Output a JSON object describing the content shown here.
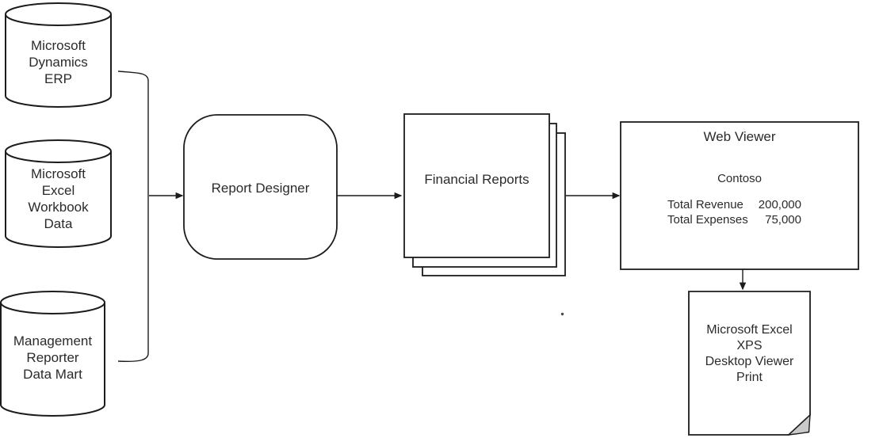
{
  "colors": {
    "stroke": "#1c1c1c",
    "text": "#2b2b2b",
    "fill": "#ffffff",
    "fold": "#c9c9c9",
    "bg": "#ffffff"
  },
  "diagram": {
    "sources": [
      {
        "label": "Microsoft\nDynamics\nERP"
      },
      {
        "label": "Microsoft\nExcel\nWorkbook\nData"
      },
      {
        "label": "Management\nReporter\nData Mart"
      }
    ],
    "report_designer": {
      "label": "Report Designer"
    },
    "financial_reports": {
      "label": "Financial Reports"
    },
    "web_viewer": {
      "title": "Web Viewer",
      "company": "Contoso",
      "rows": [
        {
          "label": "Total Revenue",
          "value": "200,000"
        },
        {
          "label": "Total Expenses",
          "value": "75,000"
        }
      ]
    },
    "output_document": {
      "label": "Microsoft Excel\nXPS\nDesktop Viewer\nPrint"
    }
  }
}
